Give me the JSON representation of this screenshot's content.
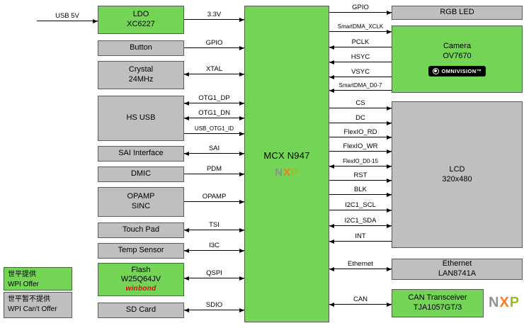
{
  "power": {
    "label": "USB 5V",
    "dir": "right"
  },
  "mcu": {
    "name": "MCX N947"
  },
  "nxp": {
    "n": "N",
    "x": "X",
    "p": "P"
  },
  "logos": {
    "winbond": "winbond",
    "omnivision": "OMNIVISION™"
  },
  "legend": {
    "offer": {
      "cn": "世平提供",
      "en": "WPI Offer"
    },
    "not_offer": {
      "cn": "世平暂不提供",
      "en": "WPI Can't Offer"
    }
  },
  "colors": {
    "offered_green": "#74d455",
    "not_offered_gray": "#bfbfbf"
  },
  "blocksL": [
    {
      "lines": [
        "LDO",
        "XC6227"
      ],
      "offered": true
    },
    {
      "lines": [
        "Button"
      ],
      "offered": false
    },
    {
      "lines": [
        "Crystal",
        "24MHz"
      ],
      "offered": false
    },
    {
      "lines": [
        "HS USB"
      ],
      "offered": false
    },
    {
      "lines": [
        "SAI Interface"
      ],
      "offered": false
    },
    {
      "lines": [
        "DMIC"
      ],
      "offered": false
    },
    {
      "lines": [
        "OPAMP",
        "SINC"
      ],
      "offered": false
    },
    {
      "lines": [
        "Touch Pad"
      ],
      "offered": false
    },
    {
      "lines": [
        "Temp Sensor"
      ],
      "offered": false
    },
    {
      "lines": [
        "Flash",
        "W25Q64JV"
      ],
      "offered": true
    },
    {
      "lines": [
        "SD Card"
      ],
      "offered": false
    }
  ],
  "blocksR": [
    {
      "lines": [
        "RGB LED"
      ],
      "offered": false
    },
    {
      "lines": [
        "Camera",
        "OV7670"
      ],
      "offered": true
    },
    {
      "lines": [
        "LCD",
        "320x480"
      ],
      "offered": false
    },
    {
      "lines": [
        "Ethernet",
        "LAN8741A"
      ],
      "offered": false
    },
    {
      "lines": [
        "CAN Transceiver",
        "TJA1057GT/3"
      ],
      "offered": true
    }
  ],
  "connL": [
    {
      "label": "3.3V",
      "dir": "right"
    },
    {
      "label": "GPIO",
      "dir": "right"
    },
    {
      "label": "XTAL",
      "dir": "both"
    },
    {
      "label": "OTG1_DP",
      "dir": "both"
    },
    {
      "label": "OTG1_DN",
      "dir": "both"
    },
    {
      "label": "USB_OTG1_ID",
      "dir": "right"
    },
    {
      "label": "SAI",
      "dir": "both"
    },
    {
      "label": "PDM",
      "dir": "right"
    },
    {
      "label": "OPAMP",
      "dir": "right"
    },
    {
      "label": "TSI",
      "dir": "both"
    },
    {
      "label": "I3C",
      "dir": "both"
    },
    {
      "label": "QSPI",
      "dir": "both"
    },
    {
      "label": "SDIO",
      "dir": "both"
    }
  ],
  "connR": [
    {
      "label": "GPIO",
      "dir": "right"
    },
    {
      "label": "SmartDMA_XCLK",
      "dir": "right"
    },
    {
      "label": "PCLK",
      "dir": "left"
    },
    {
      "label": "HSYC",
      "dir": "left"
    },
    {
      "label": "VSYC",
      "dir": "left"
    },
    {
      "label": "SmartDMA_D0-7",
      "dir": "left"
    },
    {
      "label": "CS",
      "dir": "right"
    },
    {
      "label": "DC",
      "dir": "right"
    },
    {
      "label": "FlexIO_RD",
      "dir": "right"
    },
    {
      "label": "FlexIO_WR",
      "dir": "right"
    },
    {
      "label": "FlexIO_D0-15",
      "dir": "both"
    },
    {
      "label": "RST",
      "dir": "right"
    },
    {
      "label": "BLK",
      "dir": "right"
    },
    {
      "label": "I2C1_SCL",
      "dir": "right"
    },
    {
      "label": "I2C1_SDA",
      "dir": "both"
    },
    {
      "label": "INT",
      "dir": "left"
    },
    {
      "label": "Ethernet",
      "dir": "both"
    },
    {
      "label": "CAN",
      "dir": "both"
    }
  ]
}
